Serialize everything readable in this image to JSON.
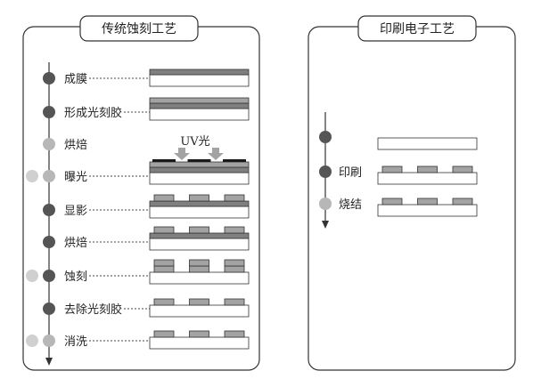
{
  "colors": {
    "dot_dark": "#555555",
    "dot_light": "#b7b7b7",
    "dot_lighter": "#d0d0d0",
    "substrate": "#ffffff",
    "resist": "#a3a3a3",
    "film": "#808080",
    "mask": "#1a1a1a",
    "arrow": "#a3a3a3"
  },
  "traditional": {
    "title": "传统蚀刻工艺",
    "uv_label": "UV光",
    "steps": [
      {
        "label": "成膜",
        "dot": "dark",
        "extra_dot": false,
        "stack": [
          "substrate",
          "film"
        ]
      },
      {
        "label": "形成光刻胶",
        "dot": "dark",
        "extra_dot": false,
        "stack": [
          "substrate",
          "film",
          "resist"
        ]
      },
      {
        "label": "烘焙",
        "dot": "light",
        "extra_dot": false,
        "stack": []
      },
      {
        "label": "曝光",
        "dot": "light",
        "extra_dot": true,
        "stack": [
          "substrate",
          "film",
          "resist",
          "mask"
        ]
      },
      {
        "label": "显影",
        "dot": "dark",
        "extra_dot": false,
        "stack": [
          "substrate",
          "film",
          "resist-pattern"
        ]
      },
      {
        "label": "烘焙",
        "dot": "dark",
        "extra_dot": false,
        "stack": [
          "substrate",
          "film",
          "resist-pattern"
        ]
      },
      {
        "label": "蚀刻",
        "dot": "dark",
        "extra_dot": true,
        "stack": [
          "substrate",
          "film-pattern",
          "resist-pattern"
        ]
      },
      {
        "label": "去除光刻胶",
        "dot": "dark",
        "extra_dot": false,
        "stack": [
          "substrate",
          "film-pattern"
        ]
      },
      {
        "label": "消洗",
        "dot": "light",
        "extra_dot": true,
        "stack": [
          "substrate",
          "film-pattern"
        ]
      }
    ]
  },
  "printed": {
    "title": "印刷电子工艺",
    "steps": [
      {
        "label": "",
        "dot": "dark",
        "stack": [
          "substrate"
        ]
      },
      {
        "label": "印刷",
        "dot": "dark",
        "stack": [
          "substrate",
          "film-pattern"
        ]
      },
      {
        "label": "烧结",
        "dot": "light",
        "stack": [
          "substrate",
          "film-pattern"
        ]
      }
    ]
  }
}
